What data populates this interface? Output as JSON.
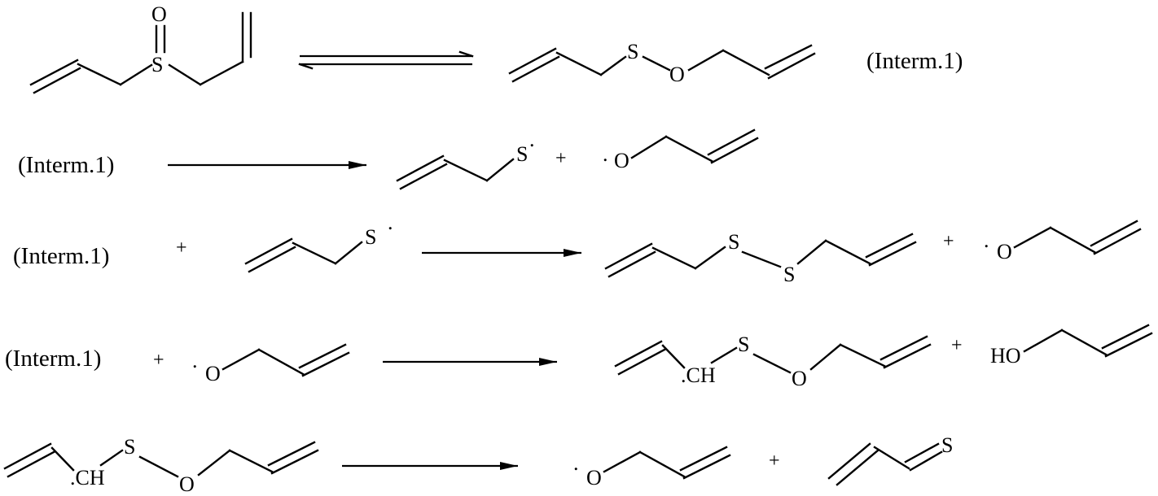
{
  "labels": {
    "interm": "(Interm.1)",
    "plus": "+",
    "dot": "·",
    "dot_plain": "."
  },
  "atoms": {
    "S": "S",
    "O": "O",
    "HO": "HO",
    "CH": ".CH"
  }
}
